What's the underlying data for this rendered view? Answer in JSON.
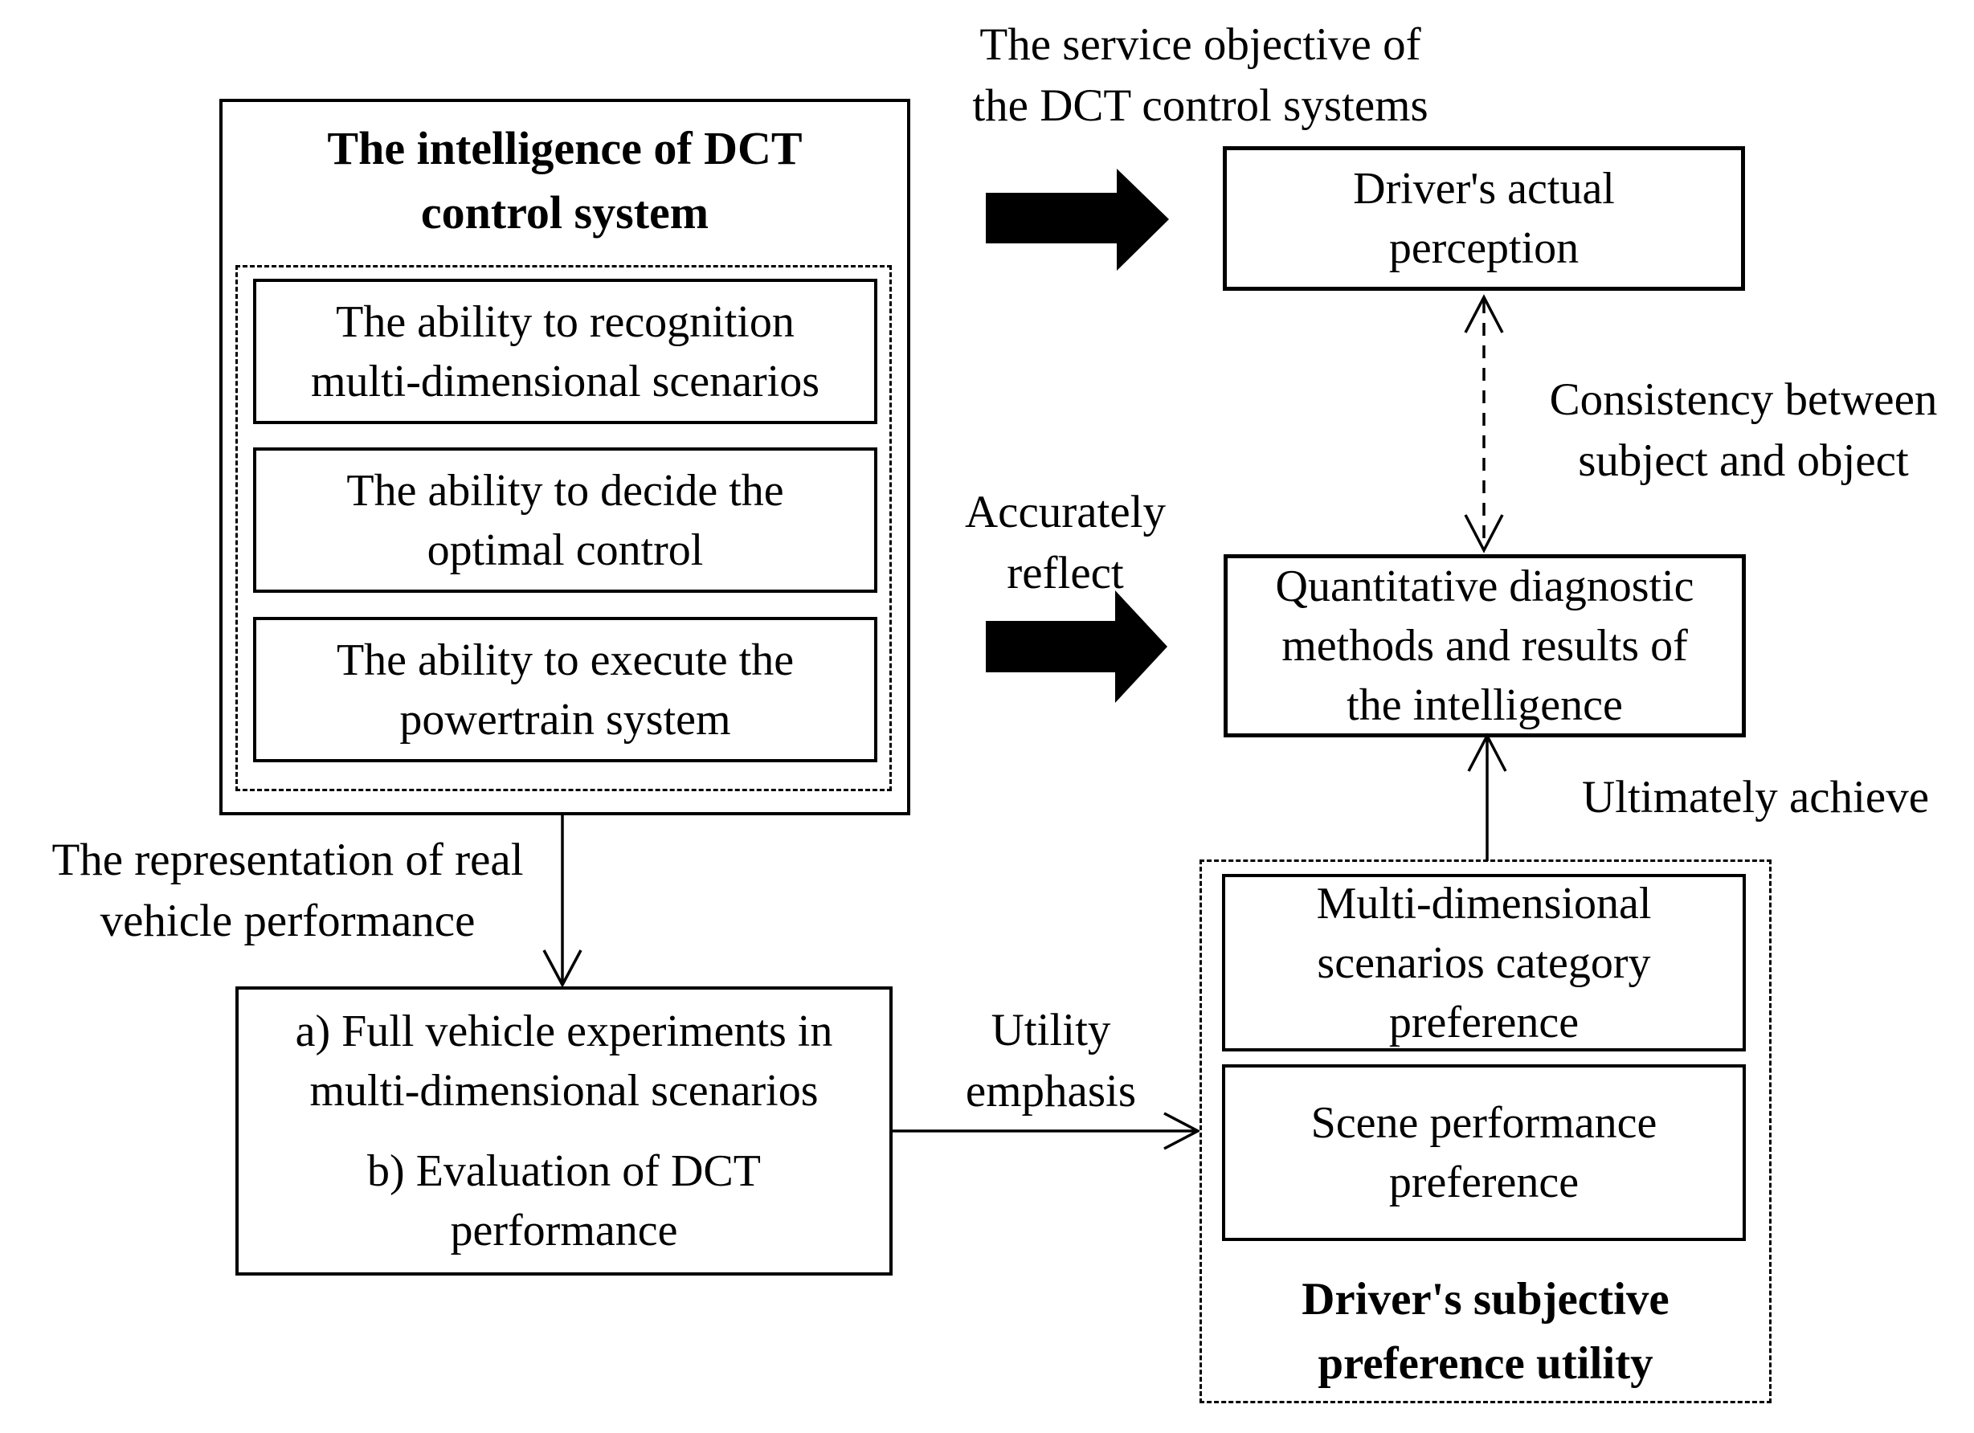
{
  "figure": {
    "background_color": "#ffffff",
    "line_color": "#000000"
  },
  "intelligence": {
    "title": "The intelligence of DCT\ncontrol system",
    "abilities": [
      "The ability to recognition\nmulti-dimensional scenarios",
      "The ability to decide the\noptimal control",
      "The ability to execute the\npowertrain system"
    ]
  },
  "labels": {
    "service_objective": "The service objective of\nthe DCT control systems",
    "consistency": "Consistency between\nsubject and object",
    "accurately_reflect": "Accurately\nreflect",
    "ultimately_achieve": "Ultimately achieve",
    "representation": "The representation of real\nvehicle performance",
    "utility_emphasis": "Utility\nemphasis"
  },
  "perception_box": "Driver's actual\nperception",
  "quantitative_box": "Quantitative diagnostic\nmethods and results of\nthe intelligence",
  "experiments": {
    "items": [
      "a) Full vehicle experiments in\nmulti-dimensional scenarios",
      "b) Evaluation of DCT\nperformance"
    ]
  },
  "preference_utility": {
    "items": [
      "Multi-dimensional\nscenarios category\npreference",
      "Scene performance\npreference"
    ],
    "title": "Driver's subjective\npreference utility"
  }
}
